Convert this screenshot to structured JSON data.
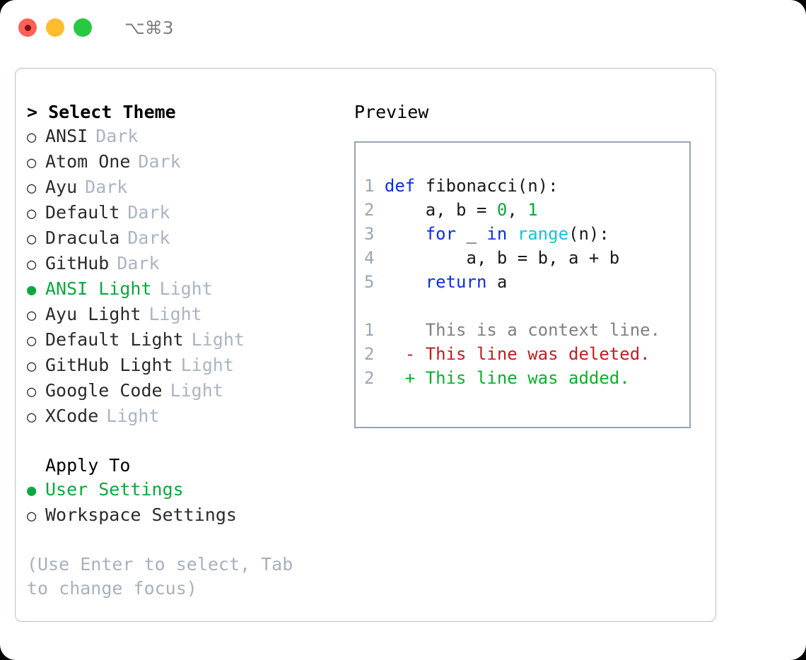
{
  "titlebar": {
    "shortcut": "⌥⌘3",
    "lights": [
      {
        "name": "close",
        "color": "#ff6058"
      },
      {
        "name": "minimize",
        "color": "#ffbd2e"
      },
      {
        "name": "maximize",
        "color": "#28c840"
      }
    ]
  },
  "theme_panel": {
    "header": "> Select Theme",
    "options": [
      {
        "marker": "○",
        "label": "ANSI",
        "tag": "Dark",
        "selected": false
      },
      {
        "marker": "○",
        "label": "Atom One",
        "tag": "Dark",
        "selected": false
      },
      {
        "marker": "○",
        "label": "Ayu",
        "tag": "Dark",
        "selected": false
      },
      {
        "marker": "○",
        "label": "Default",
        "tag": "Dark",
        "selected": false
      },
      {
        "marker": "○",
        "label": "Dracula",
        "tag": "Dark",
        "selected": false
      },
      {
        "marker": "○",
        "label": "GitHub",
        "tag": "Dark",
        "selected": false
      },
      {
        "marker": "●",
        "label": "ANSI Light",
        "tag": "Light",
        "selected": true
      },
      {
        "marker": "○",
        "label": "Ayu Light",
        "tag": "Light",
        "selected": false
      },
      {
        "marker": "○",
        "label": "Default Light",
        "tag": "Light",
        "selected": false
      },
      {
        "marker": "○",
        "label": "GitHub Light",
        "tag": "Light",
        "selected": false
      },
      {
        "marker": "○",
        "label": "Google Code",
        "tag": "Light",
        "selected": false
      },
      {
        "marker": "○",
        "label": "XCode",
        "tag": "Light",
        "selected": false
      }
    ]
  },
  "apply_to": {
    "header": "Apply To",
    "options": [
      {
        "marker": "●",
        "label": "User Settings",
        "selected": true
      },
      {
        "marker": "○",
        "label": "Workspace Settings",
        "selected": false
      }
    ]
  },
  "hint": "(Use Enter to select, Tab to change focus)",
  "preview": {
    "header": "Preview",
    "code_lines": [
      {
        "num": "1",
        "tokens": [
          {
            "t": "def",
            "c": "kw"
          },
          {
            "t": " fibonacci(n):",
            "c": "plain"
          }
        ]
      },
      {
        "num": "2",
        "tokens": [
          {
            "t": "    a, b = ",
            "c": "plain"
          },
          {
            "t": "0",
            "c": "num"
          },
          {
            "t": ", ",
            "c": "plain"
          },
          {
            "t": "1",
            "c": "num"
          }
        ]
      },
      {
        "num": "3",
        "tokens": [
          {
            "t": "    ",
            "c": "plain"
          },
          {
            "t": "for",
            "c": "kw"
          },
          {
            "t": " _ ",
            "c": "plain"
          },
          {
            "t": "in",
            "c": "kw"
          },
          {
            "t": " ",
            "c": "plain"
          },
          {
            "t": "range",
            "c": "fn"
          },
          {
            "t": "(n):",
            "c": "plain"
          }
        ]
      },
      {
        "num": "4",
        "tokens": [
          {
            "t": "        a, b = b, a + b",
            "c": "plain"
          }
        ]
      },
      {
        "num": "5",
        "tokens": [
          {
            "t": "    ",
            "c": "plain"
          },
          {
            "t": "return",
            "c": "kw"
          },
          {
            "t": " a",
            "c": "plain"
          }
        ]
      }
    ],
    "diff_lines": [
      {
        "num": "1",
        "marker": " ",
        "text": "This is a context line.",
        "kind": "ctx"
      },
      {
        "num": "2",
        "marker": "-",
        "text": "This line was deleted.",
        "kind": "del"
      },
      {
        "num": "2",
        "marker": "+",
        "text": "This line was added.",
        "kind": "add"
      }
    ]
  },
  "colors": {
    "accent_green": "#0ba83c",
    "muted": "#aab4c2",
    "hint": "#a8b0bd",
    "keyword": "#0b2fe8",
    "number": "#0ba83c",
    "function": "#16c3d6",
    "diff_add": "#0bb02b",
    "diff_del": "#c02020",
    "diff_ctx": "#808080",
    "line_number": "#9aa6b6",
    "panel_border": "#b9c0cc",
    "preview_border": "#97a3b6"
  }
}
